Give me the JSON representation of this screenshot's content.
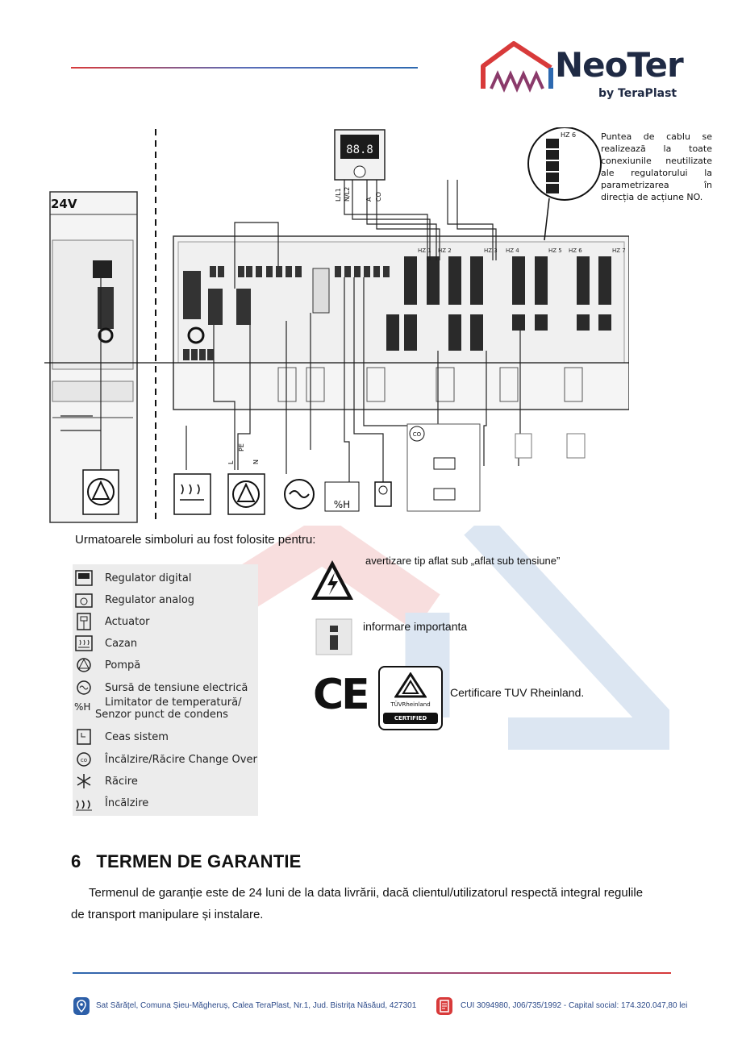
{
  "header": {
    "brand_name": "NeoTer",
    "brand_by": "by TeraPlast"
  },
  "diagram": {
    "voltage_label": "24V",
    "callout": "Puntea de cablu se realizează la toate conexiunile neutilizate ale regulatorului la parametrizarea în direcția de acțiune NO.",
    "display_reading": "88.8",
    "zone_labels": [
      "HZ 1",
      "HZ 2",
      "HZ 3",
      "HZ 4",
      "HZ 5",
      "HZ 6",
      "HZ 7"
    ],
    "callout_zone": "HZ 6",
    "wire_labels": [
      "L/L1",
      "N/L2",
      "A",
      "CO",
      "PE",
      "L",
      "N"
    ],
    "percent_h": "%H",
    "co_badge": "CO"
  },
  "symbols": {
    "intro": "Urmatoarele simboluri au fost folosite pentru:",
    "legend": [
      {
        "icon": "digital-regulator-icon",
        "label": "Regulator   digital"
      },
      {
        "icon": "analog-regulator-icon",
        "label": "Regulator analog"
      },
      {
        "icon": "actuator-icon",
        "label": "Actuator"
      },
      {
        "icon": "boiler-icon",
        "label": "Cazan"
      },
      {
        "icon": "pump-icon",
        "label": "Pompă"
      },
      {
        "icon": "power-source-icon",
        "label": "Sursă de tensiune electrică"
      },
      {
        "icon": "humidity-sensor-icon",
        "label_line1": "Limitator de temperatură/",
        "label_line2": "Senzor punct de condens",
        "icon_text": "%H"
      },
      {
        "icon": "system-clock-icon",
        "label": "Ceas sistem"
      },
      {
        "icon": "change-over-icon",
        "label": "Încălzire/Răcire Change Over"
      },
      {
        "icon": "snowflake-icon",
        "label": "Răcire"
      },
      {
        "icon": "heating-icon",
        "label": "Încălzire"
      }
    ],
    "warning_text": "avertizare tip aflat sub „aflat sub tensiune”",
    "info_text": "informare importanta",
    "cert_text": "Certificare TUV Rheinland.",
    "ce_mark": "CE",
    "tuv_brand": "TÜVRheinland",
    "tuv_certified": "CERTIFIED"
  },
  "section": {
    "number": "6",
    "title": "TERMEN DE GARANTIE",
    "line1": "Termenul de garanție este de 24 luni de la data livrării, dacă clientul/utilizatorul respectă integral regulile",
    "line2": "de transport manipulare și instalare."
  },
  "footer": {
    "address": "Sat Sărățel, Comuna Șieu-Măgheruș, Calea TeraPlast, Nr.1, Jud. Bistrița Năsăud, 427301",
    "company": "CUI 3094980, J06/735/1992 - Capital social: 174.320.047,80 lei"
  },
  "colors": {
    "brand_dark": "#1f2a44",
    "brand_red": "#d83a3a",
    "brand_blue": "#2d69b0"
  }
}
